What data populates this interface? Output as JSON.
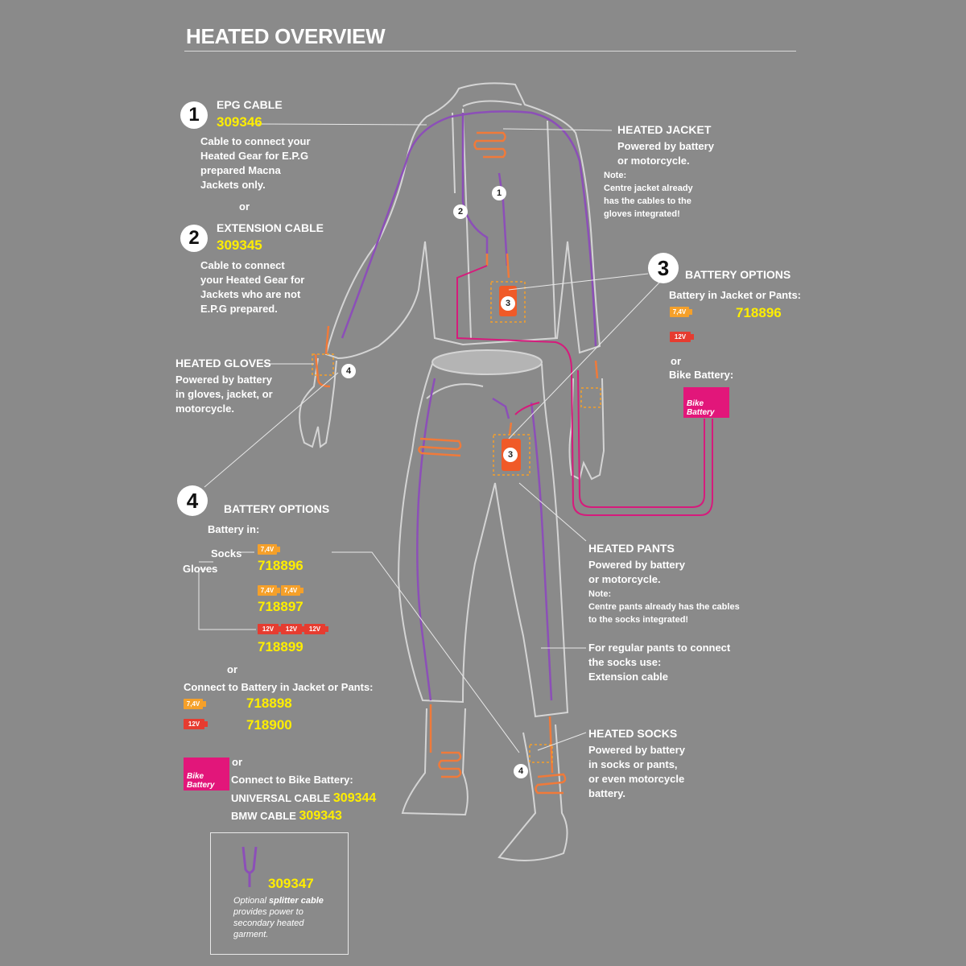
{
  "title": "HEATED OVERVIEW",
  "epg": {
    "num": "1",
    "head": "EPG CABLE",
    "code": "309346",
    "lines": [
      "Cable to connect your",
      "Heated Gear for E.P.G",
      "prepared Macna",
      "Jackets only."
    ]
  },
  "or1": "or",
  "ext": {
    "num": "2",
    "head": "EXTENSION CABLE",
    "code": "309345",
    "lines": [
      "Cable to connect",
      "your Heated Gear for",
      "Jackets who are not",
      "E.P.G prepared."
    ]
  },
  "gloves": {
    "head": "HEATED GLOVES",
    "lines": [
      "Powered by battery",
      "in gloves, jacket, or",
      "motorcycle."
    ]
  },
  "jacket": {
    "head": "HEATED JACKET",
    "lines": [
      "Powered by battery",
      "or motorcycle."
    ],
    "note": [
      "Note:",
      "Centre jacket already",
      "has the cables to the",
      "gloves integrated!"
    ]
  },
  "bat3": {
    "num": "3",
    "head": "BATTERY OPTIONS",
    "sub": "Battery in Jacket or Pants:",
    "v74": "7,4V",
    "v12": "12V",
    "code": "718896",
    "or": "or",
    "bike_label": "Bike Battery:",
    "bike": "Bike Battery"
  },
  "bat4": {
    "num": "4",
    "head": "BATTERY OPTIONS",
    "sub": "Battery in:",
    "socks": "Socks",
    "gloves": "Gloves",
    "v74": "7,4V",
    "v12": "12V",
    "c1": "718896",
    "c2": "718897",
    "c3": "718899",
    "or": "or",
    "jp_label": "Connect to Battery in Jacket or Pants:",
    "c4": "718898",
    "c5": "718900",
    "or2": "or",
    "bike_label": "Connect to Bike Battery:",
    "bike": "Bike Battery",
    "universal": "UNIVERSAL CABLE",
    "c6": "309344",
    "bmw": "BMW CABLE",
    "c7": "309343"
  },
  "pants": {
    "head": "HEATED PANTS",
    "lines": [
      "Powered by battery",
      "or motorcycle."
    ],
    "note": [
      "Note:",
      "Centre pants already has the cables",
      "to the socks integrated!"
    ]
  },
  "regular": {
    "lines": [
      "For regular pants to connect",
      "the socks use:",
      "Extension cable"
    ]
  },
  "socks": {
    "head": "HEATED SOCKS",
    "lines": [
      "Powered by battery",
      "in socks or pants,",
      "or even motorcycle",
      "battery."
    ]
  },
  "splitter": {
    "code": "309347",
    "l1": "Optional ",
    "l1b": "splitter cable",
    "l2": "provides power to",
    "l3": "secondary heated",
    "l4": "garment."
  },
  "markers": {
    "m1": "1",
    "m2": "2",
    "m3": "3",
    "m4": "4"
  }
}
